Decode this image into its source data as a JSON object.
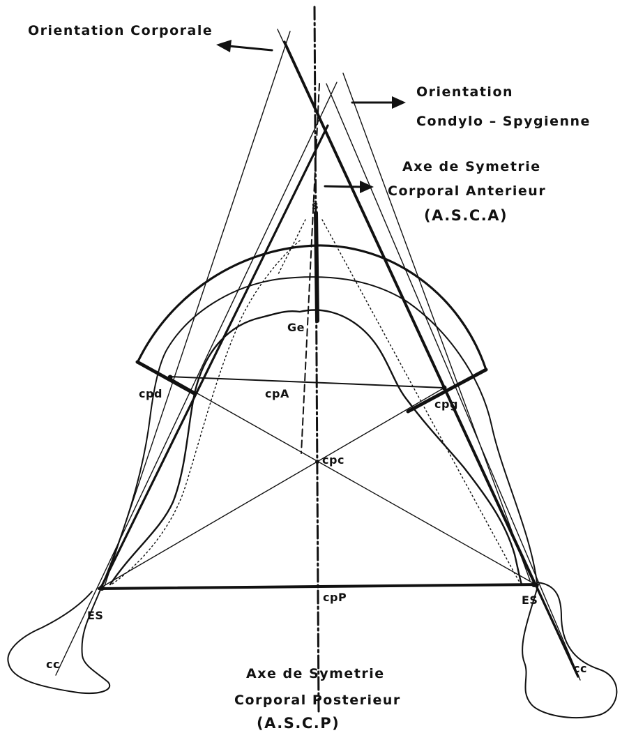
{
  "labels": {
    "orientation_corporale": "Orientation Corporale",
    "orientation": "Orientation",
    "condylo_spygienne": "Condylo – Spygienne",
    "axe_de_symetrie_top": "Axe de Symetrie",
    "corporal_anterieur": "Corporal Anterieur",
    "asca": "(A.S.C.A)",
    "axe_de_symetrie_bottom": "Axe de Symetrie",
    "corporal_posterieur": "Corporal Posterieur",
    "ascp": "(A.S.C.P)"
  },
  "points": {
    "s": "s",
    "ge": "Ge",
    "cpd": "cpd",
    "cpa": "cpA",
    "cpg": "cpg",
    "cpc": "cpc",
    "cpp": "cpP",
    "es_left": "ES",
    "es_right": "ES",
    "cc_left": "cc",
    "cc_right": "cc"
  }
}
